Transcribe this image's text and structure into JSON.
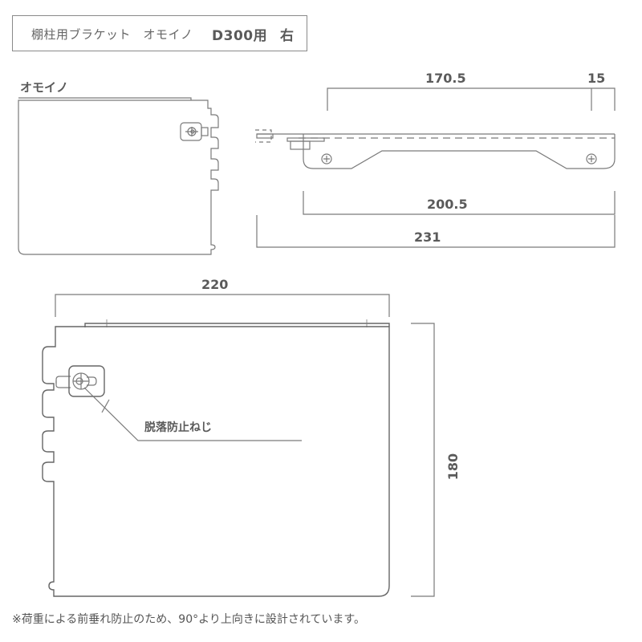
{
  "title": {
    "product_name": "棚柱用ブラケット　オモイノ",
    "model": "D300用",
    "side": "右"
  },
  "small_view": {
    "brand_label": "オモイノ"
  },
  "top_view": {
    "dimensions": {
      "inner_span": "170.5",
      "end_offset": "15",
      "body_length": "200.5",
      "total_length": "231"
    }
  },
  "front_view": {
    "dimensions": {
      "width": "220",
      "height": "180"
    },
    "callout": "脱落防止ねじ"
  },
  "footnote": "※荷重による前垂れ防止のため、90°より上向きに設計されています。",
  "colors": {
    "line": "#7a7a7a",
    "text": "#5a5a5a",
    "border": "#8a8a8a"
  }
}
